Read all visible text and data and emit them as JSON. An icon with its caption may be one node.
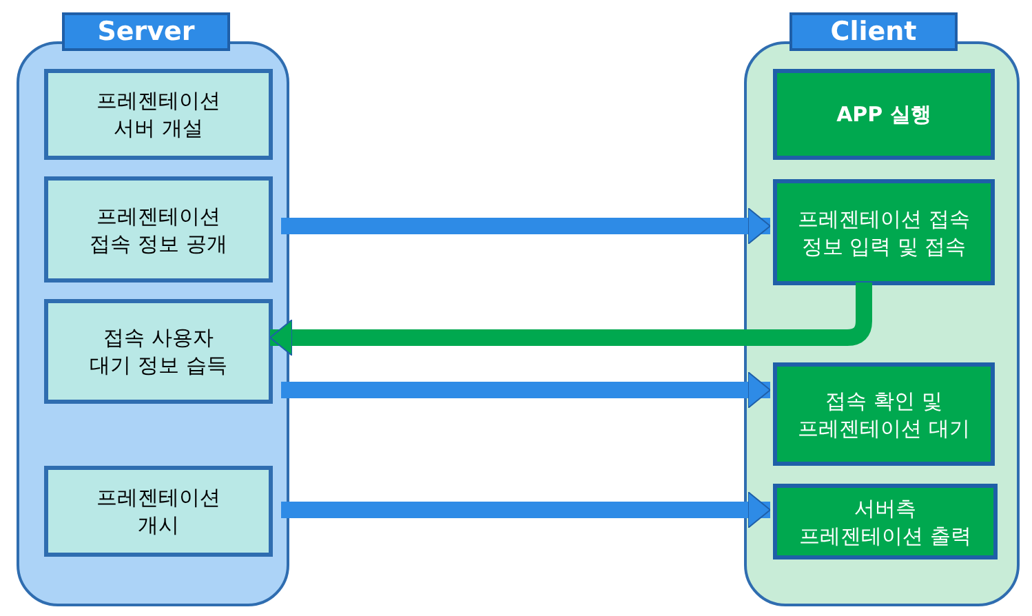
{
  "diagram": {
    "nodes": [
      {
        "text": [
          "Server"
        ]
      },
      {
        "text": [
          "프레젠테이션 서버 개설"
        ],
        "in": 0
      },
      {
        "text": [
          "프레젠테이션 접속 정보 공개"
        ],
        "in": 0
      },
      {
        "text": [
          "접속 사용자 대기 정보 습득"
        ],
        "in": 0
      },
      {
        "text": [
          "프레젠테이션 개시"
        ],
        "in": 0
      },
      {
        "text": [
          "Client"
        ]
      },
      {
        "text": [
          "APP 실행"
        ],
        "in": 5
      },
      {
        "text": [
          "프레젠테이션 접속 정보 입력 및 접속"
        ],
        "in": 5
      },
      {
        "text": [
          "접속 확인 및 프레젠테이션 대기"
        ],
        "in": 5
      },
      {
        "text": [
          "서버측 프레젠테이션 출력"
        ],
        "in": 5
      }
    ],
    "edges": [
      {
        "from": 2,
        "to": 7,
        "arrow": "to"
      },
      {
        "from": 7,
        "to": 3,
        "arrow": "to",
        "color": "#00a84f"
      },
      {
        "from": 3,
        "to": 8,
        "arrow": "to"
      },
      {
        "from": 4,
        "to": 9,
        "arrow": "to"
      }
    ]
  }
}
